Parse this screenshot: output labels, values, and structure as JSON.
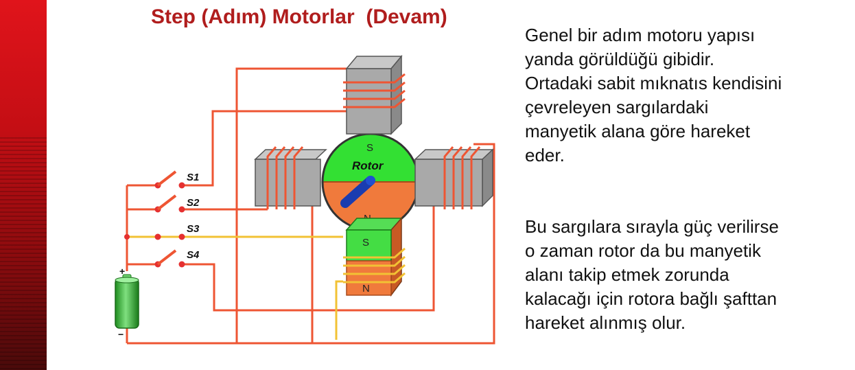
{
  "title": "Step (Adım) Motorlar  (Devam)",
  "paragraph1": [
    "Genel bir adım motoru yapısı",
    "yanda görüldüğü gibidir.",
    "Ortadaki sabit mıknatıs kendisini",
    "çevreleyen sargılardaki",
    "manyetik alana göre hareket",
    "eder."
  ],
  "paragraph2": [
    "Bu sargılara sırayla güç verilirse",
    "o zaman rotor da bu manyetik",
    "alanı takip etmek zorunda",
    "kalacağı için rotora bağlı şafttan",
    "hareket alınmış olur."
  ],
  "diagram": {
    "rotor_label": "Rotor",
    "pole_s": "S",
    "pole_n": "N",
    "switches": [
      "S1",
      "S2",
      "S3",
      "S4"
    ],
    "battery_plus": "+",
    "battery_minus": "−"
  }
}
